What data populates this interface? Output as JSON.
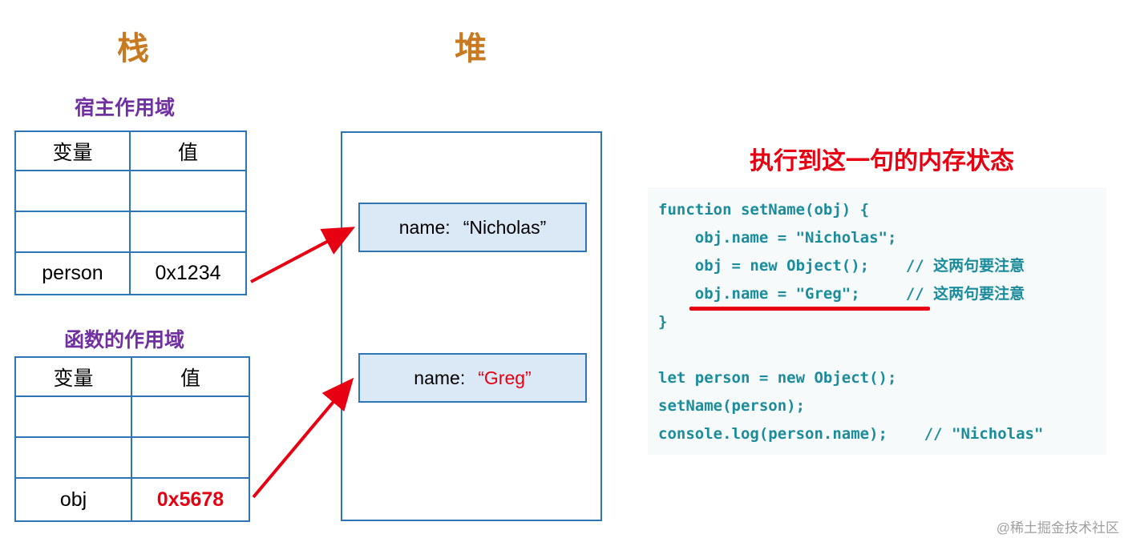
{
  "headers": {
    "stack": "栈",
    "heap": "堆"
  },
  "stack_section": {
    "host_scope_label": "宿主作用域",
    "function_scope_label": "函数的作用域",
    "column_headers": {
      "variable": "变量",
      "value": "值"
    },
    "host_scope_rows": {
      "person_name": "person",
      "person_value": "0x1234"
    },
    "function_scope_rows": {
      "obj_name": "obj",
      "obj_value": "0x5678"
    }
  },
  "heap_section": {
    "nicholas_box": {
      "label": "name:",
      "value": "“Nicholas”"
    },
    "greg_box": {
      "label": "name:",
      "value": "“Greg”"
    }
  },
  "right_panel": {
    "title": "执行到这一句的内存状态",
    "code_lines": [
      "function setName(obj) {",
      "    obj.name = \"Nicholas\";",
      "    obj = new Object();    // 这两句要注意",
      "    obj.name = \"Greg\";     // 这两句要注意",
      "}",
      "",
      "let person = new Object();",
      "setName(person);",
      "console.log(person.name);    // \"Nicholas\""
    ]
  },
  "watermark": "@稀土掘金技术社区",
  "colors": {
    "header_orange": "#c9791f",
    "label_purple": "#7030a0",
    "table_border_blue": "#2e75b6",
    "heap_box_fill": "#dbe8f5",
    "accent_red": "#e60012",
    "code_teal": "#1a8c9c"
  }
}
